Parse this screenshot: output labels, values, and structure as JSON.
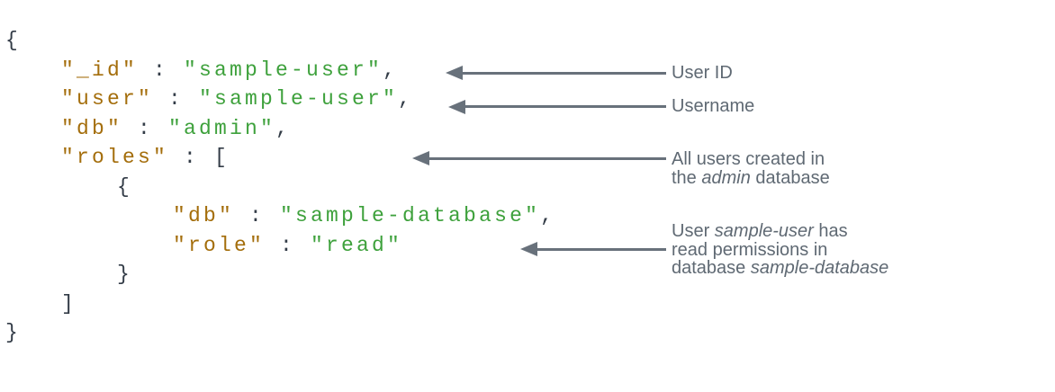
{
  "colors": {
    "json_key": "#A46E0C",
    "json_string": "#3EA13C",
    "json_punctuation": "#333C47",
    "arrow": "#68717B",
    "annotation_text": "#5F6973",
    "background": "#FFFFFF"
  },
  "code": {
    "language": "json",
    "lines": [
      {
        "level": 0,
        "tokens": [
          {
            "c": "pun",
            "t": "{"
          }
        ]
      },
      {
        "level": 1,
        "tokens": [
          {
            "c": "key",
            "t": "\"_id\""
          },
          {
            "c": "pun",
            "t": " : "
          },
          {
            "c": "str",
            "t": "\"sample-user\""
          },
          {
            "c": "pun",
            "t": ","
          }
        ]
      },
      {
        "level": 1,
        "tokens": [
          {
            "c": "key",
            "t": "\"user\""
          },
          {
            "c": "pun",
            "t": " : "
          },
          {
            "c": "str",
            "t": "\"sample-user\""
          },
          {
            "c": "pun",
            "t": ","
          }
        ]
      },
      {
        "level": 1,
        "tokens": [
          {
            "c": "key",
            "t": "\"db\""
          },
          {
            "c": "pun",
            "t": " : "
          },
          {
            "c": "str",
            "t": "\"admin\""
          },
          {
            "c": "pun",
            "t": ","
          }
        ]
      },
      {
        "level": 1,
        "tokens": [
          {
            "c": "key",
            "t": "\"roles\""
          },
          {
            "c": "pun",
            "t": " : ["
          }
        ]
      },
      {
        "level": 2,
        "tokens": [
          {
            "c": "pun",
            "t": "{"
          }
        ]
      },
      {
        "level": 3,
        "tokens": [
          {
            "c": "key",
            "t": "\"db\""
          },
          {
            "c": "pun",
            "t": " : "
          },
          {
            "c": "str",
            "t": "\"sample-database\""
          },
          {
            "c": "pun",
            "t": ","
          }
        ]
      },
      {
        "level": 3,
        "tokens": [
          {
            "c": "key",
            "t": "\"role\""
          },
          {
            "c": "pun",
            "t": " : "
          },
          {
            "c": "str",
            "t": "\"read\""
          }
        ]
      },
      {
        "level": 2,
        "tokens": [
          {
            "c": "pun",
            "t": "}"
          }
        ]
      },
      {
        "level": 1,
        "tokens": [
          {
            "c": "pun",
            "t": "]"
          }
        ]
      },
      {
        "level": 0,
        "tokens": [
          {
            "c": "pun",
            "t": "}"
          }
        ]
      }
    ]
  },
  "annotations": [
    {
      "name": "user-id",
      "lines": [
        [
          {
            "t": "User ID"
          }
        ]
      ]
    },
    {
      "name": "username",
      "lines": [
        [
          {
            "t": "Username"
          }
        ]
      ]
    },
    {
      "name": "admin-database-note",
      "lines": [
        [
          {
            "t": "All users created in"
          }
        ],
        [
          {
            "t": "the "
          },
          {
            "t": "admin",
            "i": true
          },
          {
            "t": " database"
          }
        ]
      ]
    },
    {
      "name": "read-permissions-note",
      "lines": [
        [
          {
            "t": "User "
          },
          {
            "t": "sample-user",
            "i": true
          },
          {
            "t": " has"
          }
        ],
        [
          {
            "t": "read permissions in"
          }
        ],
        [
          {
            "t": "database "
          },
          {
            "t": "sample-database",
            "i": true
          }
        ]
      ]
    }
  ]
}
